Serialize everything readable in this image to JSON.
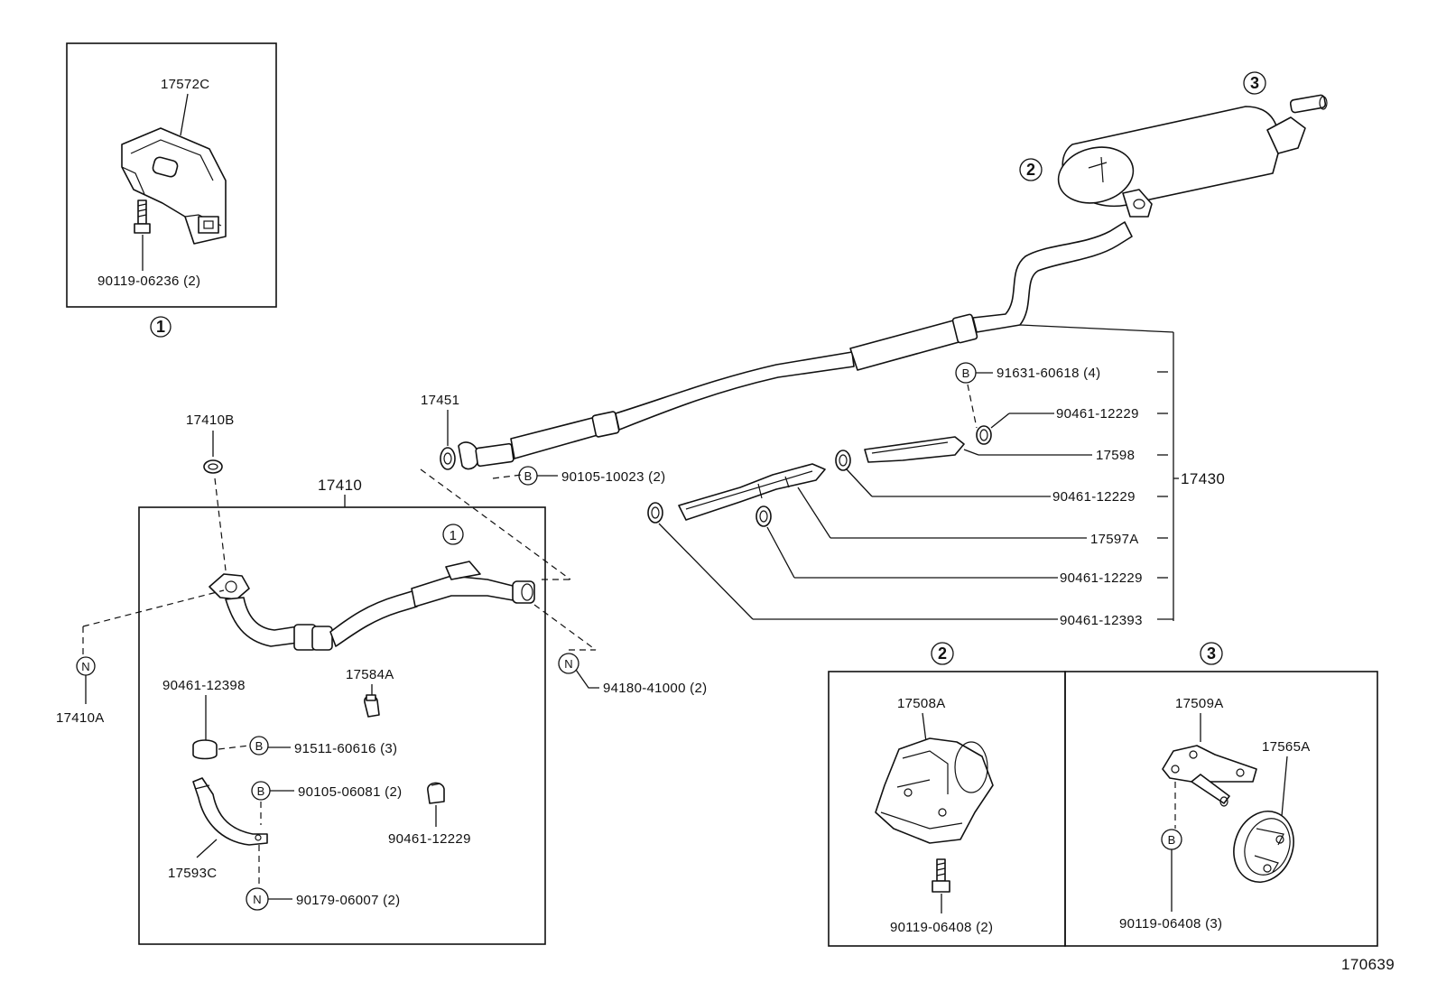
{
  "inset1": {
    "part_top": "17572C",
    "bolt": "90119-06236 (2)",
    "number": "1"
  },
  "front_pipe": {
    "gasket_top": "17410B",
    "assembly": "17410",
    "ref_marker": "1",
    "gasket_left": "17410A",
    "gasket_left_symbol": "N",
    "clamp": "17584A",
    "ring": "90461-12398",
    "bolt_b1": "91511-60616 (3)",
    "bolt_b2": "90105-06081 (2)",
    "bracket": "17593C",
    "nut": "90179-06007 (2)",
    "clip": "90461-12229",
    "right_nut": "94180-41000 (2)",
    "b_symbol": "B",
    "n_symbol": "N"
  },
  "joint": {
    "gasket": "17451",
    "bolt": "90105-10023 (2)"
  },
  "tail_pipe": {
    "assembly": "17430",
    "marker_2": "2",
    "marker_3": "3",
    "items": [
      {
        "code": "91631-60618 (4)",
        "symbol": "B"
      },
      {
        "code": "90461-12229"
      },
      {
        "code": "17598"
      },
      {
        "code": "90461-12229"
      },
      {
        "code": "17597A"
      },
      {
        "code": "90461-12229"
      },
      {
        "code": "90461-12393"
      }
    ]
  },
  "inset2": {
    "number": "2",
    "part": "17508A",
    "bolt": "90119-06408 (2)"
  },
  "inset3": {
    "number": "3",
    "bracket": "17509A",
    "hanger": "17565A",
    "bolt": "90119-06408 (3)",
    "b_symbol": "B"
  },
  "diagram_id": "170639"
}
